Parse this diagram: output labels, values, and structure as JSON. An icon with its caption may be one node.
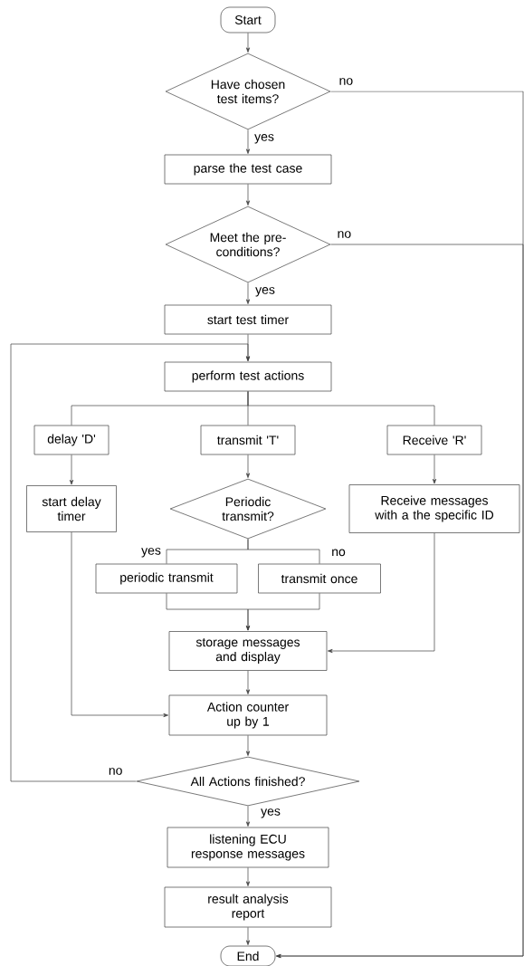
{
  "diagram": {
    "nodes": [
      {
        "text": [
          "Start"
        ]
      },
      {
        "text": [
          "Have chosen test items?"
        ]
      },
      {
        "text": [
          "parse the test case"
        ]
      },
      {
        "text": [
          "Meet the pre-conditions?"
        ]
      },
      {
        "text": [
          "start test timer"
        ]
      },
      {
        "text": [
          "perform test actions"
        ]
      },
      {
        "text": [
          "delay 'D'"
        ]
      },
      {
        "text": [
          "transmit 'T'"
        ]
      },
      {
        "text": [
          "Receive 'R'"
        ]
      },
      {
        "text": [
          "start delay timer"
        ]
      },
      {
        "text": [
          "Periodic transmit?"
        ]
      },
      {
        "text": [
          "Receive messages with a the specific ID"
        ]
      },
      {
        "text": [
          "periodic transmit"
        ]
      },
      {
        "text": [
          "transmit once"
        ]
      },
      {
        "text": [
          "storage messages and display"
        ]
      },
      {
        "text": [
          "Action counter up by 1"
        ]
      },
      {
        "text": [
          "All Actions finished?"
        ]
      },
      {
        "text": [
          "listening ECU response messages"
        ]
      },
      {
        "text": [
          "result analysis report"
        ]
      },
      {
        "text": [
          "End"
        ]
      }
    ],
    "edges": [
      {
        "from": 0,
        "to": 1,
        "arrow": "to"
      },
      {
        "from": 1,
        "to": 2,
        "arrow": "to",
        "label": "yes"
      },
      {
        "from": 1,
        "to": 19,
        "arrow": "to",
        "label": "no"
      },
      {
        "from": 2,
        "to": 3,
        "arrow": "to"
      },
      {
        "from": 3,
        "to": 4,
        "arrow": "to",
        "label": "yes"
      },
      {
        "from": 3,
        "to": 19,
        "arrow": "to",
        "label": "no"
      },
      {
        "from": 4,
        "to": 5,
        "arrow": "to"
      },
      {
        "from": 5,
        "to": 6,
        "arrow": "none"
      },
      {
        "from": 5,
        "to": 7,
        "arrow": "none"
      },
      {
        "from": 5,
        "to": 8,
        "arrow": "none"
      },
      {
        "from": 6,
        "to": 9,
        "arrow": "to"
      },
      {
        "from": 7,
        "to": 10,
        "arrow": "to"
      },
      {
        "from": 8,
        "to": 11,
        "arrow": "to"
      },
      {
        "from": 10,
        "to": 12,
        "arrow": "none",
        "label": "yes"
      },
      {
        "from": 10,
        "to": 13,
        "arrow": "none",
        "label": "no"
      },
      {
        "from": 12,
        "to": 14,
        "arrow": "to"
      },
      {
        "from": 13,
        "to": 14,
        "arrow": "to"
      },
      {
        "from": 11,
        "to": 14,
        "arrow": "to"
      },
      {
        "from": 9,
        "to": 15,
        "arrow": "to"
      },
      {
        "from": 14,
        "to": 15,
        "arrow": "to"
      },
      {
        "from": 15,
        "to": 16,
        "arrow": "to"
      },
      {
        "from": 16,
        "to": 5,
        "arrow": "to",
        "label": "no"
      },
      {
        "from": 16,
        "to": 17,
        "arrow": "to",
        "label": "yes"
      },
      {
        "from": 17,
        "to": 18,
        "arrow": "to"
      },
      {
        "from": 18,
        "to": 19,
        "arrow": "to"
      }
    ]
  }
}
